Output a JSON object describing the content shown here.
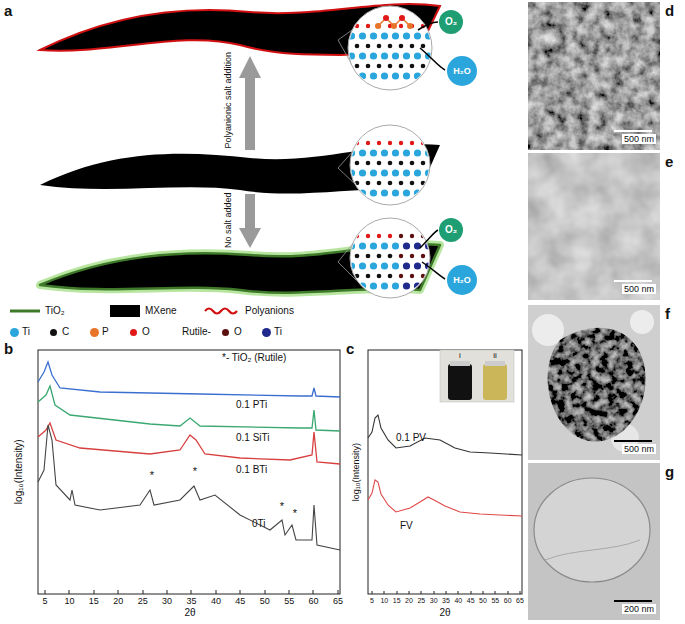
{
  "diagram": {
    "nodes": [
      {
        "text": [
          "O₂"
        ]
      },
      {
        "text": [
          "H₂O"
        ]
      },
      {
        "text": [
          "O₂"
        ]
      },
      {
        "text": [
          "H₂O"
        ]
      }
    ],
    "labels": [
      "a",
      "Polyanionic salt addition",
      "No salt added",
      "b",
      "*- TiO₂ (Rutile)",
      "0.1 PTi",
      "0.1 SiTi",
      "0.1 BTi",
      "0Ti",
      "*",
      "*",
      "*",
      "*",
      "5",
      "10",
      "15",
      "20",
      "25",
      "30",
      "35",
      "40",
      "45",
      "50",
      "55",
      "60",
      "65",
      "2θ",
      "log₁₀(Intensity)",
      "c",
      "0.1 PV",
      "FV",
      "i",
      "ii",
      "5",
      "10",
      "15",
      "20",
      "25",
      "30",
      "35",
      "40",
      "45",
      "50",
      "55",
      "60",
      "65",
      "2θ",
      "log₁₀(Intensity)",
      "d",
      "500 nm",
      "e",
      "500 nm",
      "f",
      "500 nm",
      "g",
      "200 nm",
      "Rutile-"
    ],
    "legend": [
      {
        "text": "TiO₂"
      },
      {
        "text": "MXene",
        "color": "#000000"
      },
      {
        "text": "Polyanions"
      },
      {
        "text": "Ti",
        "color": "#2aa6dc"
      },
      {
        "text": "C",
        "color": "#111111"
      },
      {
        "text": "P",
        "color": "#e8742a"
      },
      {
        "text": "O",
        "color": "#e01818"
      },
      {
        "text": "O",
        "color": "#5c1010"
      },
      {
        "text": "Ti",
        "color": "#1f2a8c"
      }
    ]
  }
}
